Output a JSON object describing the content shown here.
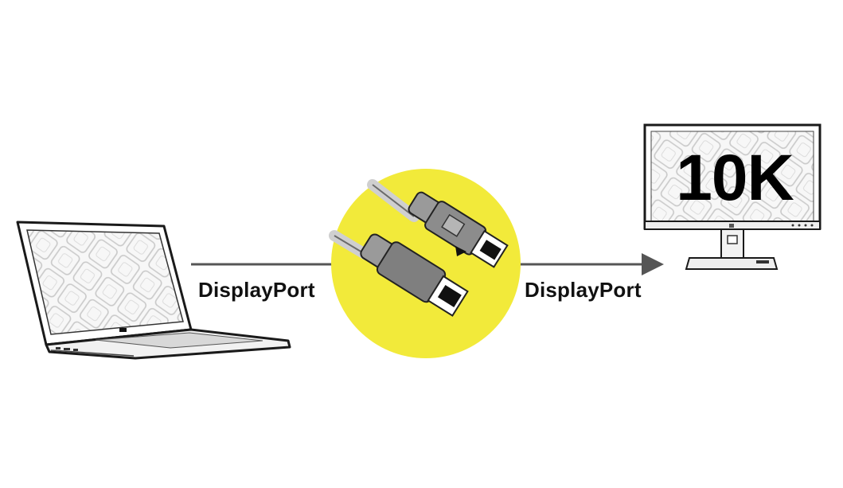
{
  "diagram": {
    "left_connection_label": "DisplayPort",
    "right_connection_label": "DisplayPort",
    "monitor_resolution": "10K",
    "accent_color": "#f2ea3a",
    "line_color": "#555555",
    "nodes": [
      {
        "id": "laptop",
        "icon": "laptop-icon"
      },
      {
        "id": "cable",
        "icon": "displayport-cable-icon"
      },
      {
        "id": "monitor",
        "icon": "monitor-icon"
      }
    ]
  }
}
